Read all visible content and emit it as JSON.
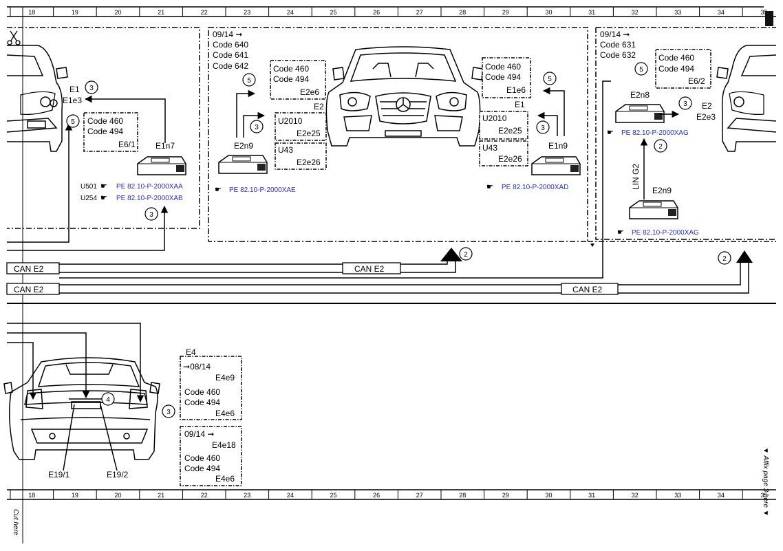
{
  "ruler": {
    "columns": [
      "18",
      "19",
      "20",
      "21",
      "22",
      "23",
      "24",
      "25",
      "26",
      "27",
      "28",
      "29",
      "30",
      "31",
      "32",
      "33",
      "34",
      "35"
    ]
  },
  "page_notes": {
    "cut_here": "Cut here",
    "affix": "▼ Affix page 3 here ▼"
  },
  "bus_labels": {
    "can_e2": "CAN E2",
    "lin_g2": "LIN G2"
  },
  "left_section": {
    "e1": "E1",
    "e1e3": "E1e3",
    "codes": [
      "Code 460",
      "Code 494"
    ],
    "e6_1": "E6/1",
    "e1n7": "E1n7",
    "refs": [
      {
        "prefix": "U501",
        "text": "PE 82.10-P-2000XAA"
      },
      {
        "prefix": "U254",
        "text": "PE 82.10-P-2000XAB"
      }
    ]
  },
  "middle_section": {
    "date": "09/14",
    "codes_top": [
      "Code 640",
      "Code 641",
      "Code 642"
    ],
    "box_a": {
      "codes": [
        "Code 460",
        "Code 494"
      ],
      "id": "E2e6"
    },
    "e2": "E2",
    "box_b": {
      "code": "U2010",
      "id": "E2e25"
    },
    "box_c": {
      "code": "U43",
      "id": "E2e26"
    },
    "e2n9": "E2n9",
    "ref_left": "PE 82.10-P-2000XAE",
    "box_d": {
      "codes": [
        "Code 460",
        "Code 494"
      ],
      "id": "E1e6"
    },
    "e1": "E1",
    "box_e": {
      "code": "U2010",
      "id": "E2e25"
    },
    "box_f": {
      "code": "U43",
      "id": "E2e26"
    },
    "e1n9": "E1n9",
    "ref_right": "PE 82.10-P-2000XAD"
  },
  "right_section": {
    "date": "09/14",
    "codes_top": [
      "Code 631",
      "Code 632"
    ],
    "box": {
      "codes": [
        "Code 460",
        "Code 494"
      ],
      "id": "E6/2"
    },
    "e2n8": "E2n8",
    "e2": "E2",
    "e2e3": "E2e3",
    "ref_top": "PE 82.10-P-2000XAG",
    "e2n9": "E2n9",
    "ref_bottom": "PE 82.10-P-2000XAG"
  },
  "rear_section": {
    "e19_1": "E19/1",
    "e19_2": "E19/2",
    "e4": "E4",
    "box1": {
      "date": "08/14",
      "id": "E4e9",
      "codes": [
        "Code 460",
        "Code 494"
      ],
      "id2": "E4e6"
    },
    "box2": {
      "date": "09/14",
      "id": "E4e18",
      "codes": [
        "Code 460",
        "Code 494"
      ],
      "id2": "E4e6"
    }
  },
  "callouts": {
    "c2": "2",
    "c3": "3",
    "c4": "4",
    "c5": "5"
  }
}
